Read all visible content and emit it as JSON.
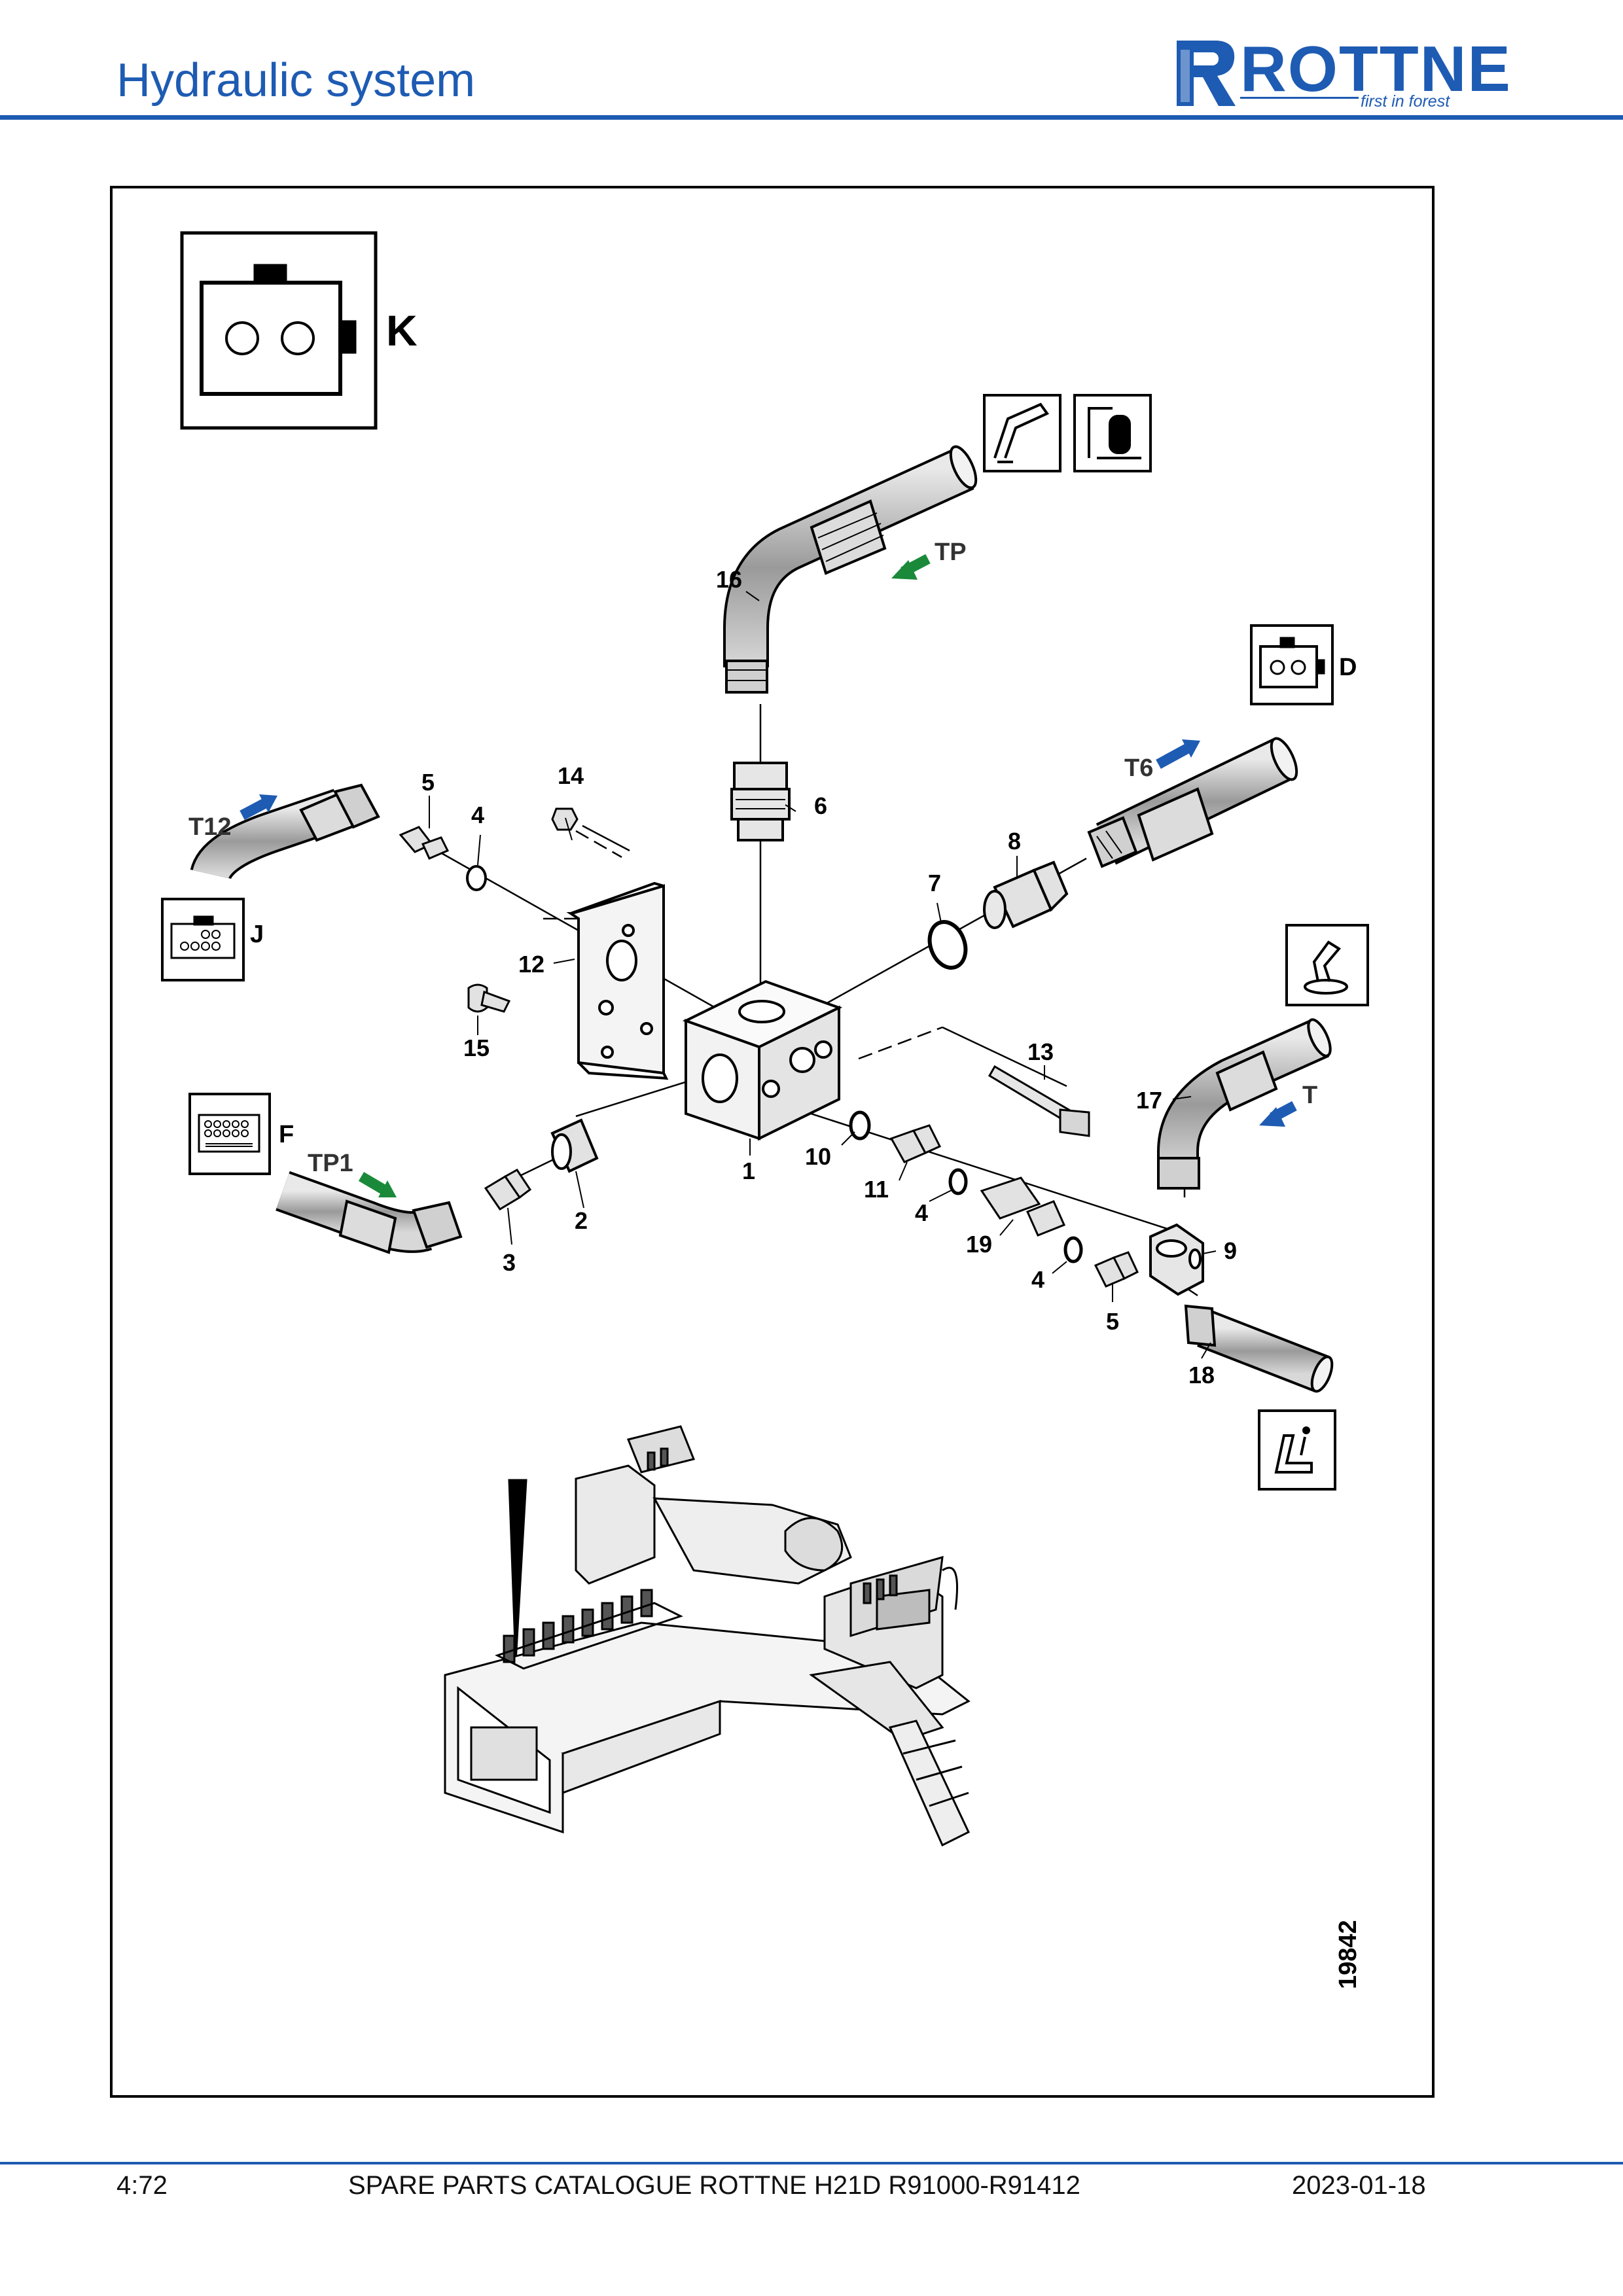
{
  "header": {
    "title": "Hydraulic system",
    "logo": {
      "wordmark": "ROTTNE",
      "tagline": "first in forest",
      "brand_color": "#1e5bb3"
    }
  },
  "diagram": {
    "drawing_number": "19842",
    "view_labels": {
      "k": "K",
      "d": "D",
      "j": "J",
      "f": "F"
    },
    "port_labels": {
      "tp": "TP",
      "t6": "T6",
      "t12": "T12",
      "tp1": "TP1",
      "t": "T"
    },
    "flow_colors": {
      "pressure": "#1a8a3a",
      "tank": "#1e5bb3"
    },
    "callouts": {
      "c1": "1",
      "c2": "2",
      "c3": "3",
      "c4a": "4",
      "c4b": "4",
      "c4c": "4",
      "c5a": "5",
      "c5b": "5",
      "c6": "6",
      "c7": "7",
      "c8": "8",
      "c9": "9",
      "c10": "10",
      "c11": "11",
      "c12": "12",
      "c13": "13",
      "c14": "14",
      "c15": "15",
      "c16": "16",
      "c17": "17",
      "c18": "18",
      "c19": "19"
    }
  },
  "footer": {
    "page": "4:72",
    "doc_title": "SPARE PARTS CATALOGUE ROTTNE H21D R91000-R91412",
    "date": "2023-01-18"
  }
}
